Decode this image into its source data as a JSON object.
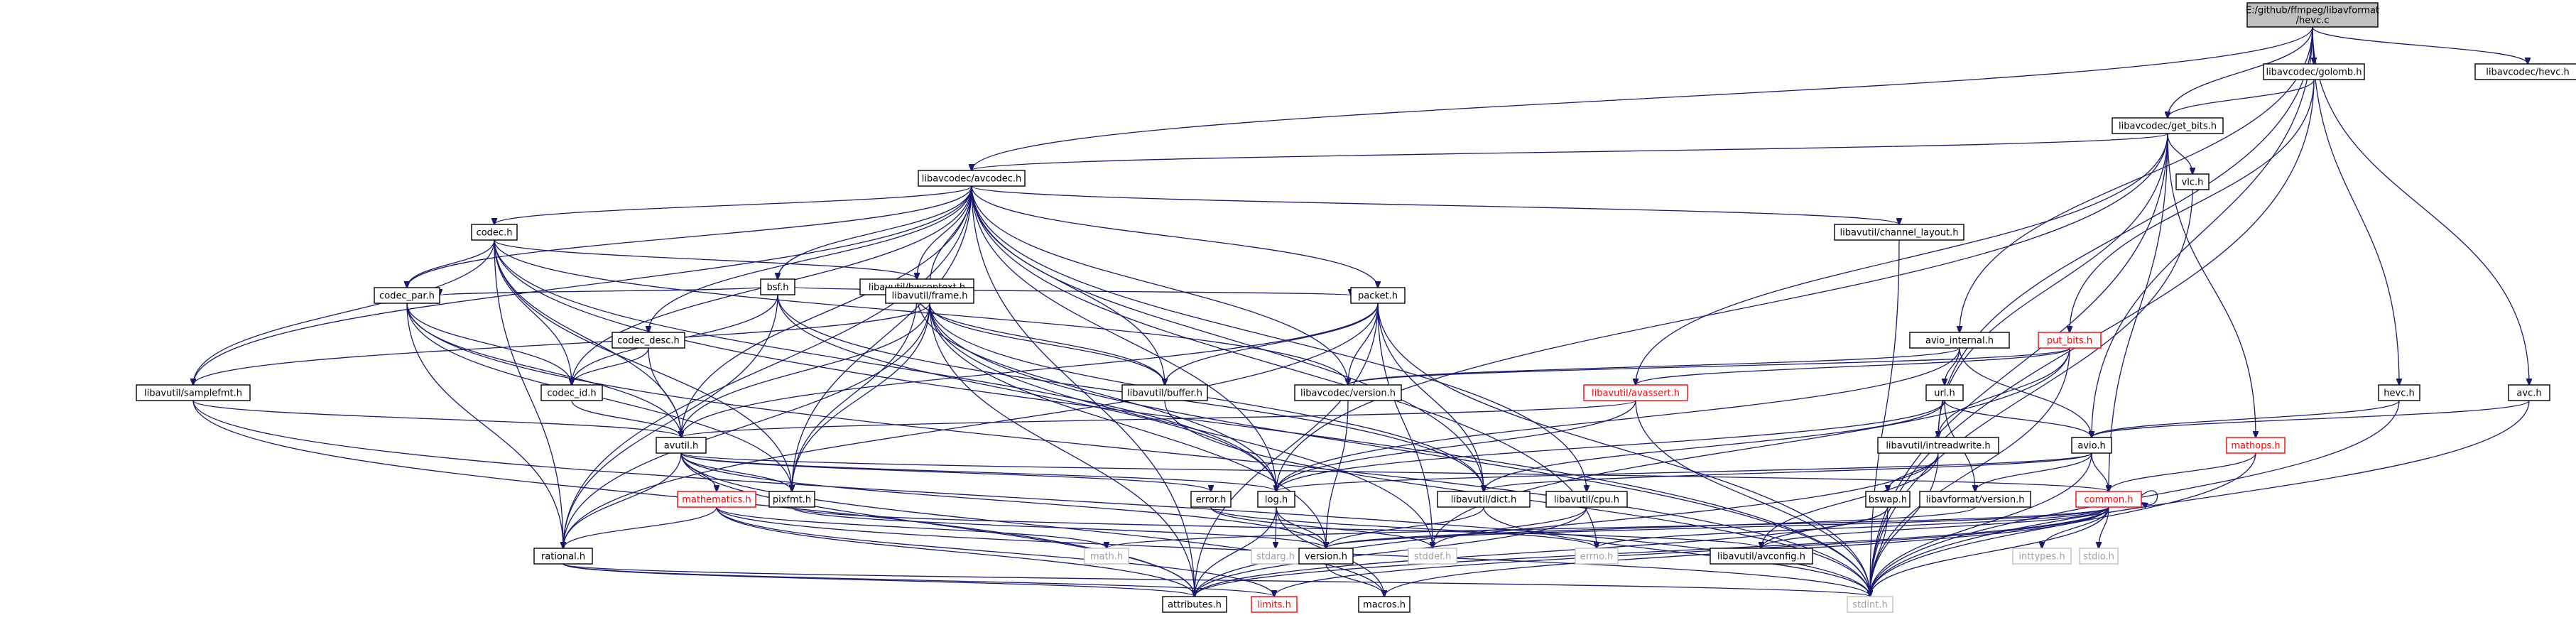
{
  "diagram": {
    "nodes": [
      {
        "id": "root",
        "label": "E:/github/ffmpeg/libavformat\n/hevc.c",
        "style": "root"
      },
      {
        "id": "golomb",
        "label": "libavcodec/golomb.h",
        "style": "normal"
      },
      {
        "id": "codechevc",
        "label": "libavcodec/hevc.h",
        "style": "normal"
      },
      {
        "id": "getbits",
        "label": "libavcodec/get_bits.h",
        "style": "normal"
      },
      {
        "id": "avcodec",
        "label": "libavcodec/avcodec.h",
        "style": "normal"
      },
      {
        "id": "vlc",
        "label": "vlc.h",
        "style": "normal"
      },
      {
        "id": "chlayout",
        "label": "libavutil/channel_layout.h",
        "style": "normal"
      },
      {
        "id": "codech",
        "label": "codec.h",
        "style": "normal"
      },
      {
        "id": "bsf",
        "label": "bsf.h",
        "style": "normal"
      },
      {
        "id": "hwctx",
        "label": "libavutil/hwcontext.h",
        "style": "normal"
      },
      {
        "id": "frame",
        "label": "libavutil/frame.h",
        "style": "normal"
      },
      {
        "id": "codecpar",
        "label": "codec_par.h",
        "style": "normal"
      },
      {
        "id": "codecdesc",
        "label": "codec_desc.h",
        "style": "normal"
      },
      {
        "id": "packet",
        "label": "packet.h",
        "style": "normal"
      },
      {
        "id": "avio_internal",
        "label": "avio_internal.h",
        "style": "normal"
      },
      {
        "id": "putbits",
        "label": "put_bits.h",
        "style": "red"
      },
      {
        "id": "samplefmt",
        "label": "libavutil/samplefmt.h",
        "style": "normal"
      },
      {
        "id": "codecid",
        "label": "codec_id.h",
        "style": "normal"
      },
      {
        "id": "buffer",
        "label": "libavutil/buffer.h",
        "style": "normal"
      },
      {
        "id": "codecver",
        "label": "libavcodec/version.h",
        "style": "normal"
      },
      {
        "id": "avassert",
        "label": "libavutil/avassert.h",
        "style": "red"
      },
      {
        "id": "url",
        "label": "url.h",
        "style": "normal"
      },
      {
        "id": "hevch",
        "label": "hevc.h",
        "style": "normal"
      },
      {
        "id": "avch",
        "label": "avc.h",
        "style": "normal"
      },
      {
        "id": "avutil",
        "label": "avutil.h",
        "style": "normal"
      },
      {
        "id": "intrw",
        "label": "libavutil/intreadwrite.h",
        "style": "normal"
      },
      {
        "id": "avio",
        "label": "avio.h",
        "style": "normal"
      },
      {
        "id": "mathops",
        "label": "mathops.h",
        "style": "red"
      },
      {
        "id": "mathematics",
        "label": "mathematics.h",
        "style": "red"
      },
      {
        "id": "pixfmt",
        "label": "pixfmt.h",
        "style": "normal"
      },
      {
        "id": "error",
        "label": "error.h",
        "style": "normal"
      },
      {
        "id": "log",
        "label": "log.h",
        "style": "normal"
      },
      {
        "id": "dict",
        "label": "libavutil/dict.h",
        "style": "normal"
      },
      {
        "id": "cpu",
        "label": "libavutil/cpu.h",
        "style": "normal"
      },
      {
        "id": "bswap",
        "label": "bswap.h",
        "style": "normal"
      },
      {
        "id": "fmtversion",
        "label": "libavformat/version.h",
        "style": "normal"
      },
      {
        "id": "common",
        "label": "common.h",
        "style": "red"
      },
      {
        "id": "rational",
        "label": "rational.h",
        "style": "normal"
      },
      {
        "id": "math",
        "label": "math.h",
        "style": "grey"
      },
      {
        "id": "stdarg",
        "label": "stdarg.h",
        "style": "grey"
      },
      {
        "id": "version",
        "label": "version.h",
        "style": "normal"
      },
      {
        "id": "stddef",
        "label": "stddef.h",
        "style": "grey"
      },
      {
        "id": "errno",
        "label": "errno.h",
        "style": "grey"
      },
      {
        "id": "avconfig",
        "label": "libavutil/avconfig.h",
        "style": "normal"
      },
      {
        "id": "inttypes",
        "label": "inttypes.h",
        "style": "grey"
      },
      {
        "id": "stdio",
        "label": "stdio.h",
        "style": "grey"
      },
      {
        "id": "attributes",
        "label": "attributes.h",
        "style": "normal"
      },
      {
        "id": "limits",
        "label": "limits.h",
        "style": "red"
      },
      {
        "id": "macros",
        "label": "macros.h",
        "style": "normal"
      },
      {
        "id": "stdint",
        "label": "stdint.h",
        "style": "grey"
      }
    ],
    "edges": [
      [
        "root",
        "golomb"
      ],
      [
        "root",
        "codechevc"
      ],
      [
        "root",
        "getbits"
      ],
      [
        "root",
        "avcodec"
      ],
      [
        "root",
        "avio_internal"
      ],
      [
        "root",
        "intrw"
      ],
      [
        "root",
        "avio"
      ],
      [
        "root",
        "hevch"
      ],
      [
        "root",
        "avch"
      ],
      [
        "golomb",
        "getbits"
      ],
      [
        "golomb",
        "putbits"
      ],
      [
        "golomb",
        "stdint"
      ],
      [
        "getbits",
        "avcodec"
      ],
      [
        "getbits",
        "vlc"
      ],
      [
        "getbits",
        "mathops"
      ],
      [
        "getbits",
        "common"
      ],
      [
        "getbits",
        "intrw"
      ],
      [
        "getbits",
        "log"
      ],
      [
        "getbits",
        "avassert"
      ],
      [
        "getbits",
        "stdint"
      ],
      [
        "vlc",
        "stdint"
      ],
      [
        "avcodec",
        "codech"
      ],
      [
        "avcodec",
        "bsf"
      ],
      [
        "avcodec",
        "hwctx"
      ],
      [
        "avcodec",
        "frame"
      ],
      [
        "avcodec",
        "codecpar"
      ],
      [
        "avcodec",
        "codecdesc"
      ],
      [
        "avcodec",
        "packet"
      ],
      [
        "avcodec",
        "chlayout"
      ],
      [
        "avcodec",
        "samplefmt"
      ],
      [
        "avcodec",
        "codecid"
      ],
      [
        "avcodec",
        "buffer"
      ],
      [
        "avcodec",
        "codecver"
      ],
      [
        "avcodec",
        "avutil"
      ],
      [
        "avcodec",
        "log"
      ],
      [
        "avcodec",
        "dict"
      ],
      [
        "avcodec",
        "cpu"
      ],
      [
        "avcodec",
        "pixfmt"
      ],
      [
        "avcodec",
        "rational"
      ],
      [
        "avcodec",
        "attributes"
      ],
      [
        "avcodec",
        "errno"
      ],
      [
        "chlayout",
        "stdint"
      ],
      [
        "codech",
        "hwctx"
      ],
      [
        "codech",
        "codecpar"
      ],
      [
        "codech",
        "samplefmt"
      ],
      [
        "codech",
        "codecid"
      ],
      [
        "codech",
        "codecver"
      ],
      [
        "codech",
        "avutil"
      ],
      [
        "codech",
        "log"
      ],
      [
        "codech",
        "pixfmt"
      ],
      [
        "codech",
        "rational"
      ],
      [
        "codech",
        "stdint"
      ],
      [
        "bsf",
        "codecpar"
      ],
      [
        "bsf",
        "packet"
      ],
      [
        "bsf",
        "codecid"
      ],
      [
        "bsf",
        "dict"
      ],
      [
        "bsf",
        "log"
      ],
      [
        "bsf",
        "rational"
      ],
      [
        "hwctx",
        "frame"
      ],
      [
        "hwctx",
        "buffer"
      ],
      [
        "hwctx",
        "pixfmt"
      ],
      [
        "hwctx",
        "log"
      ],
      [
        "frame",
        "samplefmt"
      ],
      [
        "frame",
        "buffer"
      ],
      [
        "frame",
        "avutil"
      ],
      [
        "frame",
        "dict"
      ],
      [
        "frame",
        "rational"
      ],
      [
        "frame",
        "pixfmt"
      ],
      [
        "frame",
        "version"
      ],
      [
        "frame",
        "attributes"
      ],
      [
        "frame",
        "stddef"
      ],
      [
        "frame",
        "stdint"
      ],
      [
        "codecpar",
        "codecid"
      ],
      [
        "codecpar",
        "avutil"
      ],
      [
        "codecpar",
        "pixfmt"
      ],
      [
        "codecpar",
        "rational"
      ],
      [
        "codecpar",
        "stdint"
      ],
      [
        "codecdesc",
        "codecid"
      ],
      [
        "codecdesc",
        "avutil"
      ],
      [
        "packet",
        "buffer"
      ],
      [
        "packet",
        "codecver"
      ],
      [
        "packet",
        "avutil"
      ],
      [
        "packet",
        "dict"
      ],
      [
        "packet",
        "rational"
      ],
      [
        "packet",
        "attributes"
      ],
      [
        "packet",
        "stddef"
      ],
      [
        "packet",
        "stdint"
      ],
      [
        "avio_internal",
        "url"
      ],
      [
        "avio_internal",
        "avio"
      ],
      [
        "avio_internal",
        "codecver"
      ],
      [
        "avio_internal",
        "log"
      ],
      [
        "putbits",
        "avassert"
      ],
      [
        "putbits",
        "intrw"
      ],
      [
        "putbits",
        "codecver"
      ],
      [
        "putbits",
        "stdint"
      ],
      [
        "putbits",
        "stddef"
      ],
      [
        "samplefmt",
        "avutil"
      ],
      [
        "samplefmt",
        "attributes"
      ],
      [
        "samplefmt",
        "stdint"
      ],
      [
        "codecid",
        "avutil"
      ],
      [
        "buffer",
        "stdint"
      ],
      [
        "codecver",
        "version"
      ],
      [
        "avassert",
        "avutil"
      ],
      [
        "avassert",
        "log"
      ],
      [
        "avassert",
        "stdint"
      ],
      [
        "url",
        "avio"
      ],
      [
        "url",
        "fmtversion"
      ],
      [
        "url",
        "dict"
      ],
      [
        "url",
        "log"
      ],
      [
        "hevch",
        "avio"
      ],
      [
        "hevch",
        "stdint"
      ],
      [
        "avch",
        "avio"
      ],
      [
        "avch",
        "stdint"
      ],
      [
        "avutil",
        "mathematics"
      ],
      [
        "avutil",
        "pixfmt"
      ],
      [
        "avutil",
        "error"
      ],
      [
        "avutil",
        "log"
      ],
      [
        "avutil",
        "common"
      ],
      [
        "avutil",
        "rational"
      ],
      [
        "avutil",
        "version"
      ],
      [
        "avutil",
        "macros"
      ],
      [
        "avutil",
        "attributes"
      ],
      [
        "intrw",
        "bswap"
      ],
      [
        "intrw",
        "avconfig"
      ],
      [
        "intrw",
        "attributes"
      ],
      [
        "intrw",
        "stdint"
      ],
      [
        "avio",
        "common"
      ],
      [
        "avio",
        "dict"
      ],
      [
        "avio",
        "log"
      ],
      [
        "avio",
        "fmtversion"
      ],
      [
        "avio",
        "stdint"
      ],
      [
        "mathops",
        "common"
      ],
      [
        "mathops",
        "stdint"
      ],
      [
        "mathematics",
        "rational"
      ],
      [
        "mathematics",
        "math"
      ],
      [
        "mathematics",
        "attributes"
      ],
      [
        "mathematics",
        "stdint"
      ],
      [
        "mathematics",
        "limits"
      ],
      [
        "pixfmt",
        "version"
      ],
      [
        "pixfmt",
        "avconfig"
      ],
      [
        "error",
        "errno"
      ],
      [
        "error",
        "stddef"
      ],
      [
        "log",
        "attributes"
      ],
      [
        "log",
        "version"
      ],
      [
        "log",
        "macros"
      ],
      [
        "log",
        "stdarg"
      ],
      [
        "dict",
        "stdint"
      ],
      [
        "dict",
        "version"
      ],
      [
        "cpu",
        "stddef"
      ],
      [
        "cpu",
        "attributes"
      ],
      [
        "bswap",
        "avconfig"
      ],
      [
        "bswap",
        "attributes"
      ],
      [
        "bswap",
        "stdint"
      ],
      [
        "fmtversion",
        "version"
      ],
      [
        "common",
        "common"
      ],
      [
        "common",
        "attributes"
      ],
      [
        "common",
        "macros"
      ],
      [
        "common",
        "version"
      ],
      [
        "common",
        "errno"
      ],
      [
        "common",
        "inttypes"
      ],
      [
        "common",
        "math"
      ],
      [
        "common",
        "avconfig"
      ],
      [
        "common",
        "stdio"
      ],
      [
        "common",
        "stdint"
      ],
      [
        "common",
        "limits"
      ],
      [
        "rational",
        "attributes"
      ],
      [
        "rational",
        "stdint"
      ],
      [
        "rational",
        "limits"
      ],
      [
        "version",
        "macros"
      ]
    ]
  }
}
